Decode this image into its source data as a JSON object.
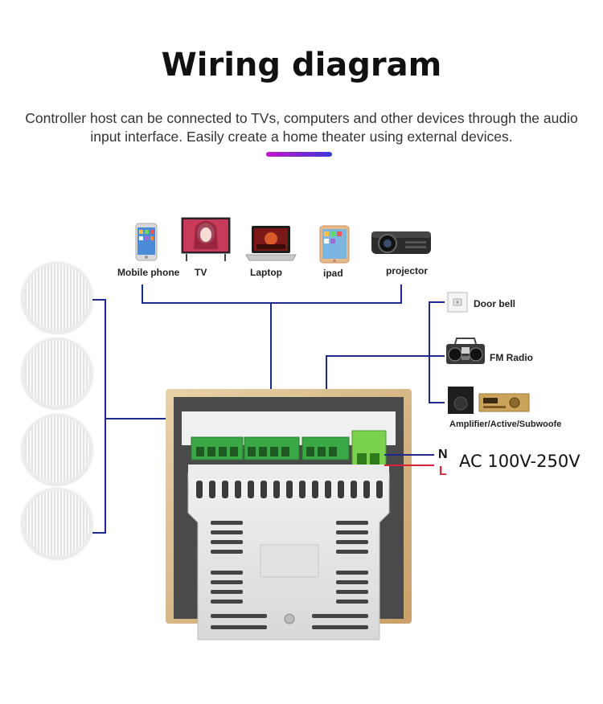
{
  "title": "Wiring diagram",
  "subtitle": "Controller host can be connected to TVs, computers and other devices through the audio input interface. Easily create a home theater using external devices.",
  "colors": {
    "wire": "#1f2a8c",
    "live": "#d8243a",
    "accent_start": "#c218c8",
    "accent_end": "#3a38d8",
    "terminal": "#3aa845"
  },
  "sources": [
    {
      "label": "Mobile phone",
      "icon": "mobile-phone-icon"
    },
    {
      "label": "TV",
      "icon": "tv-icon"
    },
    {
      "label": "Laptop",
      "icon": "laptop-icon"
    },
    {
      "label": "ipad",
      "icon": "ipad-icon"
    },
    {
      "label": "projector",
      "icon": "projector-icon"
    }
  ],
  "outputs": [
    {
      "label": "Door bell",
      "icon": "doorbell-icon"
    },
    {
      "label": "FM Radio",
      "icon": "fm-radio-icon"
    },
    {
      "label": "Amplifier/Active/Subwoofe",
      "icon": "amplifier-icon"
    }
  ],
  "power": {
    "neutral": "N",
    "live": "L",
    "voltage": "AC 100V-250V"
  },
  "speakers": [
    {
      "icon": "ceiling-speaker-icon"
    },
    {
      "icon": "ceiling-speaker-icon"
    },
    {
      "icon": "ceiling-speaker-icon"
    },
    {
      "icon": "ceiling-speaker-icon"
    }
  ]
}
